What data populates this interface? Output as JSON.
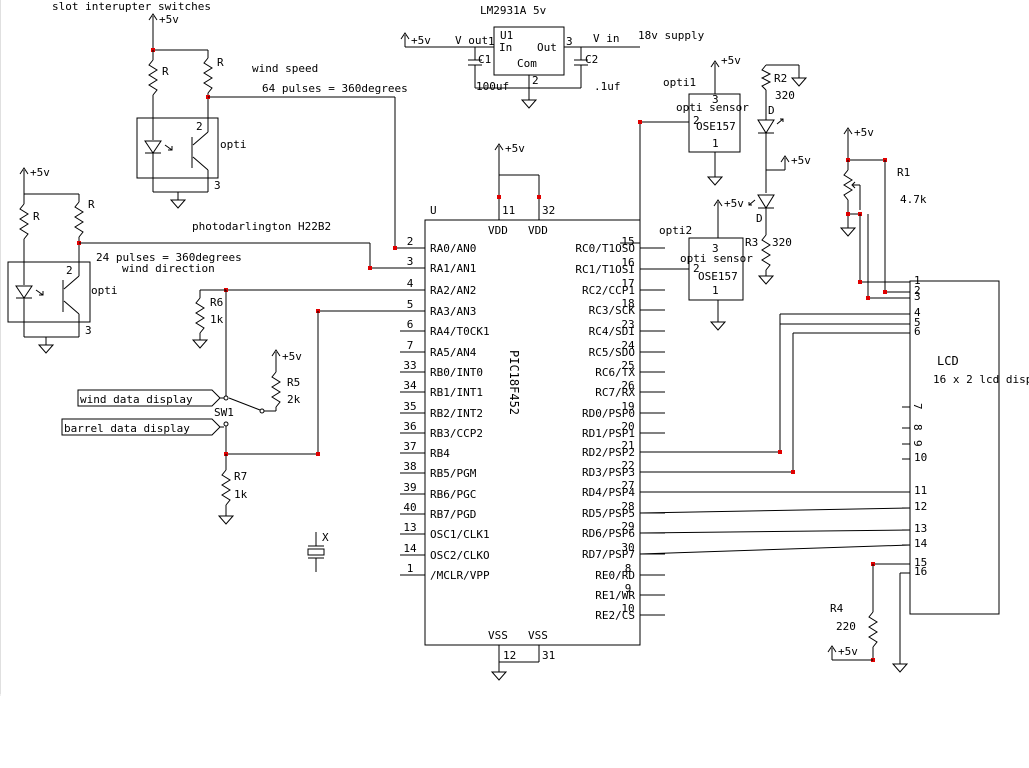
{
  "labels": {
    "slot_switches": "slot interupter switches",
    "wind_speed": "wind speed",
    "pulses_64": "64 pulses = 360degrees",
    "photodarlington": "photodarlington H22B2",
    "pulses_24": "24 pulses = 360degrees",
    "wind_direction": "wind direction",
    "regulator_name": "LM2931A  5v",
    "v_out": "V out",
    "v_in": "V in",
    "supply": "18v supply",
    "wind_data_display": "wind data display",
    "barrel_data_display": "barrel data display",
    "chip": "PIC18F452",
    "lcd": "LCD",
    "lcd_desc": "16 x 2 lcd disp",
    "opti1": "opti1",
    "opti2": "opti2",
    "opti_sensor": "opti sensor",
    "ose": "OSE157",
    "opti": "opti",
    "u1": "U1",
    "u": "U",
    "in": "In",
    "out": "Out",
    "com": "Com",
    "c1": "C1",
    "c2": "C2",
    "c1_val": "100uf",
    "c2_val": ".1uf",
    "sw1": "SW1",
    "x": "X",
    "vdd": "VDD",
    "vss": "VSS",
    "plus5v": "+5v"
  },
  "resistors": {
    "r": "R",
    "r1": "R1",
    "r1_val": "4.7k",
    "r2": "R2",
    "r2_val": "320",
    "r3": "R3",
    "r3_val": "320",
    "r4": "R4",
    "r4_val": "220",
    "r5": "R5",
    "r5_val": "2k",
    "r6": "R6",
    "r6_val": "1k",
    "r7": "R7",
    "r7_val": "1k",
    "d": "D"
  },
  "left_pins": [
    {
      "num": "2",
      "name": "RA0/AN0"
    },
    {
      "num": "3",
      "name": "RA1/AN1"
    },
    {
      "num": "4",
      "name": "RA2/AN2"
    },
    {
      "num": "5",
      "name": "RA3/AN3"
    },
    {
      "num": "6",
      "name": "RA4/T0CK1"
    },
    {
      "num": "7",
      "name": "RA5/AN4"
    },
    {
      "num": "33",
      "name": "RB0/INT0"
    },
    {
      "num": "34",
      "name": "RB1/INT1"
    },
    {
      "num": "35",
      "name": "RB2/INT2"
    },
    {
      "num": "36",
      "name": "RB3/CCP2"
    },
    {
      "num": "37",
      "name": "RB4"
    },
    {
      "num": "38",
      "name": "RB5/PGM"
    },
    {
      "num": "39",
      "name": "RB6/PGC"
    },
    {
      "num": "40",
      "name": "RB7/PGD"
    },
    {
      "num": "13",
      "name": "OSC1/CLK1"
    },
    {
      "num": "14",
      "name": "OSC2/CLKO"
    },
    {
      "num": "1",
      "name": "/MCLR/VPP"
    }
  ],
  "right_pins": [
    {
      "num": "15",
      "name": "RC0/T1OSO"
    },
    {
      "num": "16",
      "name": "RC1/T1OSI"
    },
    {
      "num": "17",
      "name": "RC2/CCP1"
    },
    {
      "num": "18",
      "name": "RC3/SCK"
    },
    {
      "num": "23",
      "name": "RC4/SDI"
    },
    {
      "num": "24",
      "name": "RC5/SDO"
    },
    {
      "num": "25",
      "name": "RC6/TX"
    },
    {
      "num": "26",
      "name": "RC7/RX"
    },
    {
      "num": "19",
      "name": "RD0/PSP0"
    },
    {
      "num": "20",
      "name": "RD1/PSP1"
    },
    {
      "num": "21",
      "name": "RD2/PSP2"
    },
    {
      "num": "22",
      "name": "RD3/PSP3"
    },
    {
      "num": "27",
      "name": "RD4/PSP4"
    },
    {
      "num": "28",
      "name": "RD5/PSP5"
    },
    {
      "num": "29",
      "name": "RD6/PSP6"
    },
    {
      "num": "30",
      "name": "RD7/PSP7"
    },
    {
      "num": "8",
      "name": "RE0/RD"
    },
    {
      "num": "9",
      "name": "RE1/WR"
    },
    {
      "num": "10",
      "name": "RE2/CS"
    }
  ],
  "top_pins": [
    "11",
    "32"
  ],
  "bottom_pins": [
    "12",
    "31"
  ],
  "lcd_pins": [
    "1",
    "2",
    "3",
    "4",
    "5",
    "6",
    "7",
    "8",
    "9",
    "10",
    "11",
    "12",
    "13",
    "14",
    "15",
    "16"
  ],
  "regulator_pins": [
    "1",
    "2",
    "3"
  ],
  "opto_pins": [
    "2",
    "3"
  ],
  "sensor_pins": [
    "1",
    "2",
    "3"
  ]
}
